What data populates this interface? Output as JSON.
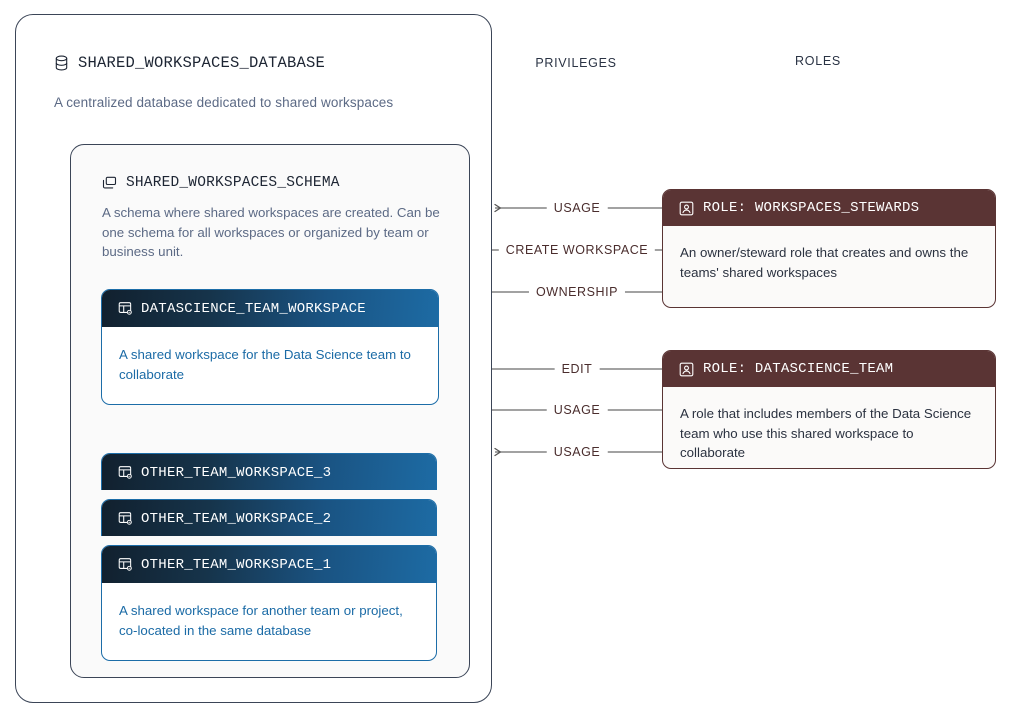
{
  "columns": {
    "privileges": "PRIVILEGES",
    "roles": "ROLES"
  },
  "database": {
    "icon": "database-icon",
    "name": "SHARED_WORKSPACES_DATABASE",
    "description": "A centralized database dedicated to shared workspaces"
  },
  "schema": {
    "icon": "schema-layers-icon",
    "name": "SHARED_WORKSPACES_SCHEMA",
    "description": "A schema where shared workspaces are created. Can be one schema for all workspaces or organized by team or business unit."
  },
  "workspaces": {
    "primary": {
      "icon": "workspace-icon",
      "name": "DATASCIENCE_TEAM_WORKSPACE",
      "description": "A shared workspace for the Data Science team to collaborate"
    },
    "stack": [
      {
        "icon": "workspace-icon",
        "name": "OTHER_TEAM_WORKSPACE_3"
      },
      {
        "icon": "workspace-icon",
        "name": "OTHER_TEAM_WORKSPACE_2"
      }
    ],
    "stack_front": {
      "icon": "workspace-icon",
      "name": "OTHER_TEAM_WORKSPACE_1",
      "description": "A shared workspace for another team or project, co-located in the same database"
    }
  },
  "roles": [
    {
      "icon": "role-user-icon",
      "name": "ROLE:  WORKSPACES_STEWARDS",
      "description": "An owner/steward role that creates and owns the teams' shared workspaces"
    },
    {
      "icon": "role-user-icon",
      "name": "ROLE:  DATASCIENCE_TEAM",
      "description": "A role that includes members of the Data Science team who use this shared workspace to collaborate"
    }
  ],
  "privileges": [
    {
      "label": "USAGE"
    },
    {
      "label": "CREATE WORKSPACE"
    },
    {
      "label": "OWNERSHIP"
    },
    {
      "label": "EDIT"
    },
    {
      "label": "USAGE"
    },
    {
      "label": "USAGE"
    }
  ],
  "colors": {
    "database_border": "#3b4557",
    "schema_border": "#3b4557",
    "workspace_accent": "#1c6da8",
    "workspace_header_from": "#11202e",
    "workspace_header_to": "#1d6ba4",
    "role_header": "#5a3434",
    "connector_line": "#6b6b6b",
    "label_text": "#4a2d2d",
    "muted_text": "#5c6a85"
  }
}
